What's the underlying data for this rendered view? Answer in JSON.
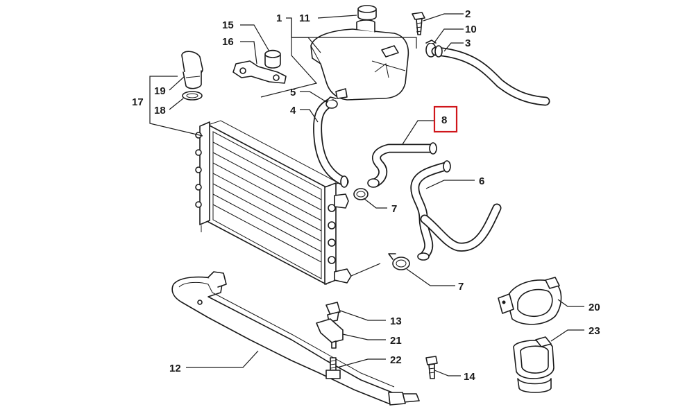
{
  "labels": {
    "p1": "1",
    "p2": "2",
    "p3": "3",
    "p4": "4",
    "p5": "5",
    "p6": "6",
    "p7a": "7",
    "p7b": "7",
    "p8": "8",
    "p10": "10",
    "p11": "11",
    "p12": "12",
    "p13": "13",
    "p14": "14",
    "p15": "15",
    "p16": "16",
    "p17": "17",
    "p18": "18",
    "p19": "19",
    "p20": "20",
    "p21": "21",
    "p22": "22",
    "p23": "23"
  },
  "highlighted_label": "8",
  "colors": {
    "highlight": "#d0161b",
    "line": "#1a1a1a",
    "background": "#ffffff"
  }
}
